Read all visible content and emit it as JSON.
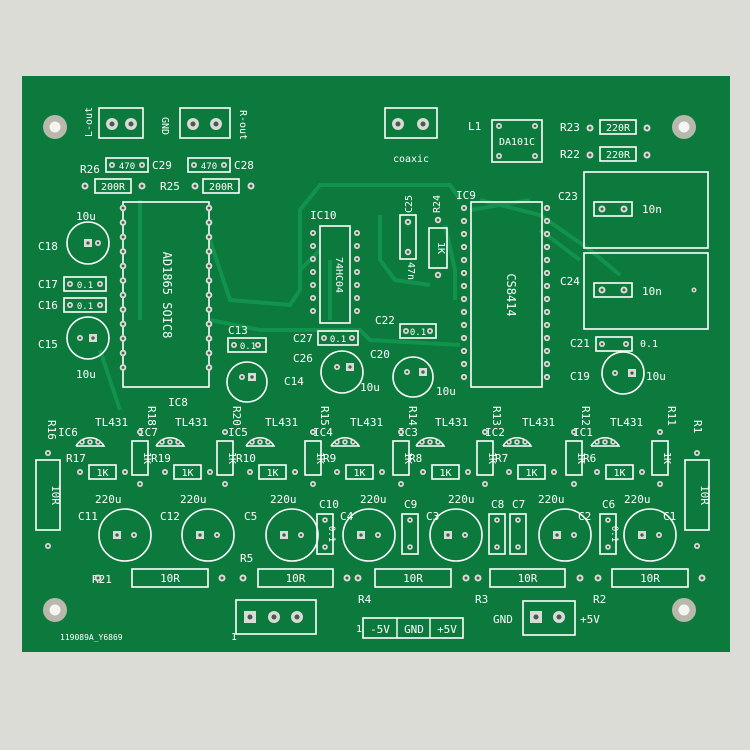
{
  "colors": {
    "background": "#dcdcd6",
    "board": "#0b7a3c",
    "trace": "#11934d",
    "silkscreen": "#ffffff",
    "pad": "#d9dbd6",
    "mount_hole": "#b8b8ad"
  },
  "connectors": {
    "l_out": "L-out",
    "gnd_top": "GND",
    "r_out": "R-out",
    "coaxic": "coaxic",
    "l1": "L1",
    "da101c": "DA101C",
    "power_labels": [
      "-5V",
      "GND",
      "+5V"
    ],
    "gnd_right": "GND",
    "plus5v_right": "+5V",
    "pin1_left": "1",
    "pin1_center": "1"
  },
  "top_resistors": {
    "r23": "R23",
    "r23_value": "220R",
    "r22": "R22",
    "r22_value": "220R",
    "r26": "R26",
    "r25": "R25",
    "r26_value": "200R",
    "r25_value": "200R",
    "c29": "C29",
    "c28": "C28",
    "c29_value": "470",
    "c28_value": "470"
  },
  "chips": {
    "ad1865": "AD1865 SOIC8",
    "ic8": "IC8",
    "ic10": "IC10",
    "hc04": "74HC04",
    "ic9": "IC9",
    "cs8414": "CS8414"
  },
  "caps_upper": {
    "c25": "C25",
    "c25_value": "47n",
    "r24": "R24",
    "r24_value": "1K",
    "c23": "C23",
    "c23_value": "10n",
    "c24": "C24",
    "c24_value": "10n",
    "c18": "C18",
    "c18_value": "10u",
    "c17": "C17",
    "c16": "C16",
    "c17_value": "0.1",
    "c16_value": "0.1",
    "c15": "C15",
    "c15_value": "10u",
    "c13": "C13",
    "c13_value": "0.1",
    "c14": "C14",
    "c14_value": "10u",
    "c27": "C27",
    "c27_value": "0.1",
    "c26": "C26",
    "c26_value": "10u",
    "c22": "C22",
    "c22_value": "0.1",
    "c20": "C20",
    "c20_value": "10u",
    "c21": "C21",
    "c21_value": "0.1",
    "c19": "C19",
    "c19_value": "10u"
  },
  "regulators": {
    "ic_labels": [
      "IC6",
      "IC7",
      "IC5",
      "IC4",
      "IC3",
      "IC2",
      "IC1"
    ],
    "tl431": "TL431",
    "upper_r_labels": [
      "R18",
      "R20",
      "R15",
      "R14",
      "R13",
      "R12",
      "R11"
    ],
    "lower_r_labels": [
      "R17",
      "R19",
      "R10",
      "R9",
      "R8",
      "R7",
      "R6"
    ],
    "k_value": "1K",
    "r16": "R16",
    "r1": "R1",
    "r10r": "10R"
  },
  "lower": {
    "big_cap_labels": [
      "C11",
      "C12",
      "C5",
      "C4",
      "C3",
      "C2",
      "C1"
    ],
    "value_220u": "220u",
    "small_cap_labels": [
      "C10",
      "C9",
      "C8",
      "C7",
      "C6"
    ],
    "small_cap_value": "0.1",
    "bottom_r_labels": [
      "R21",
      "R5",
      "R4",
      "R3",
      "R2"
    ],
    "bottom_r_value": "10R"
  },
  "board_id": "119089A_Y6869"
}
